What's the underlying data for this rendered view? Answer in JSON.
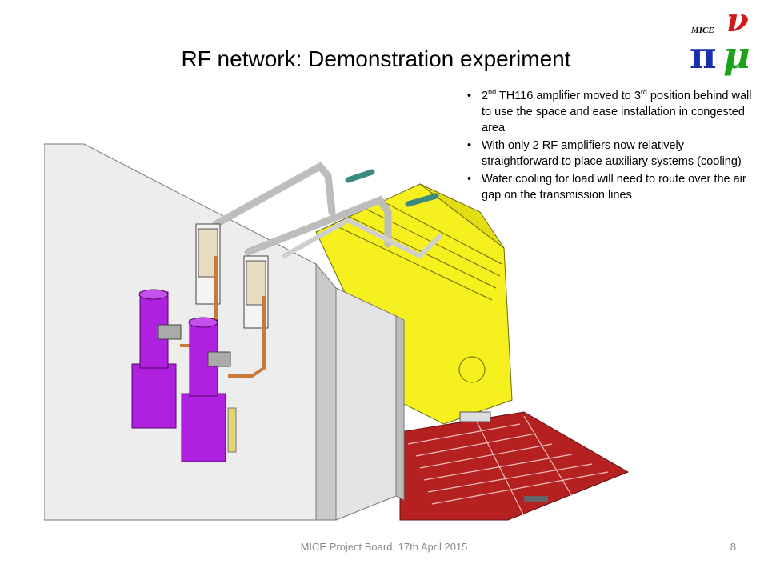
{
  "slide": {
    "title": "RF network: Demonstration experiment",
    "bullets": [
      {
        "p1": "2",
        "sup1": "nd",
        "p2": " TH116 amplifier moved to 3",
        "sup2": "rd",
        "p3": " position behind wall to use the space and ease installation in congested area"
      },
      {
        "text": "With only 2 RF amplifiers now relatively straightforward to place auxiliary systems (cooling)"
      },
      {
        "text": "Water cooling for load will need to route over the air gap on the transmission lines"
      }
    ],
    "bullet_glyph": "•",
    "footer": "MICE Project Board, 17th April 2015",
    "page_number": "8"
  },
  "logo": {
    "word": "MICE",
    "pi": "π",
    "nu": "ν",
    "mu": "μ"
  },
  "colors": {
    "yellow_cavity": "#f5f01e",
    "magenta_amplifier": "#b020e0",
    "red_frame": "#b52020",
    "wall_gray": "#e4e4e4",
    "pipe_gray": "#cfcfcf",
    "copper": "#c87a3a"
  }
}
